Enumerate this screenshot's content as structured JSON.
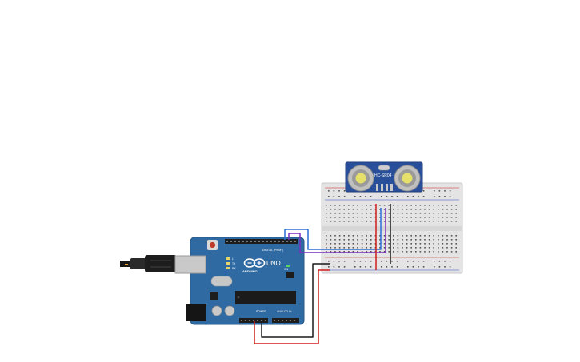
{
  "sensor": {
    "model": "HC-SR04"
  },
  "arduino": {
    "brand": "ARDUINO",
    "model": "UNO",
    "header_digital": "DIGITAL (PWM~)",
    "header_power": "POWER",
    "header_analog": "ANALOG IN",
    "label_l": "L",
    "label_tx": "TX",
    "label_rx": "RX",
    "label_on": "ON"
  },
  "colors": {
    "board_blue": "#2f6aa3",
    "sensor_blue": "#2a4f9a",
    "wire_red": "#d01b1b",
    "wire_black": "#1a1a1a",
    "wire_blue": "#2b6fd6",
    "wire_purple": "#7b2fbf",
    "wire_cyan": "#2aa6c9",
    "breadboard": "#e7e7e7"
  }
}
